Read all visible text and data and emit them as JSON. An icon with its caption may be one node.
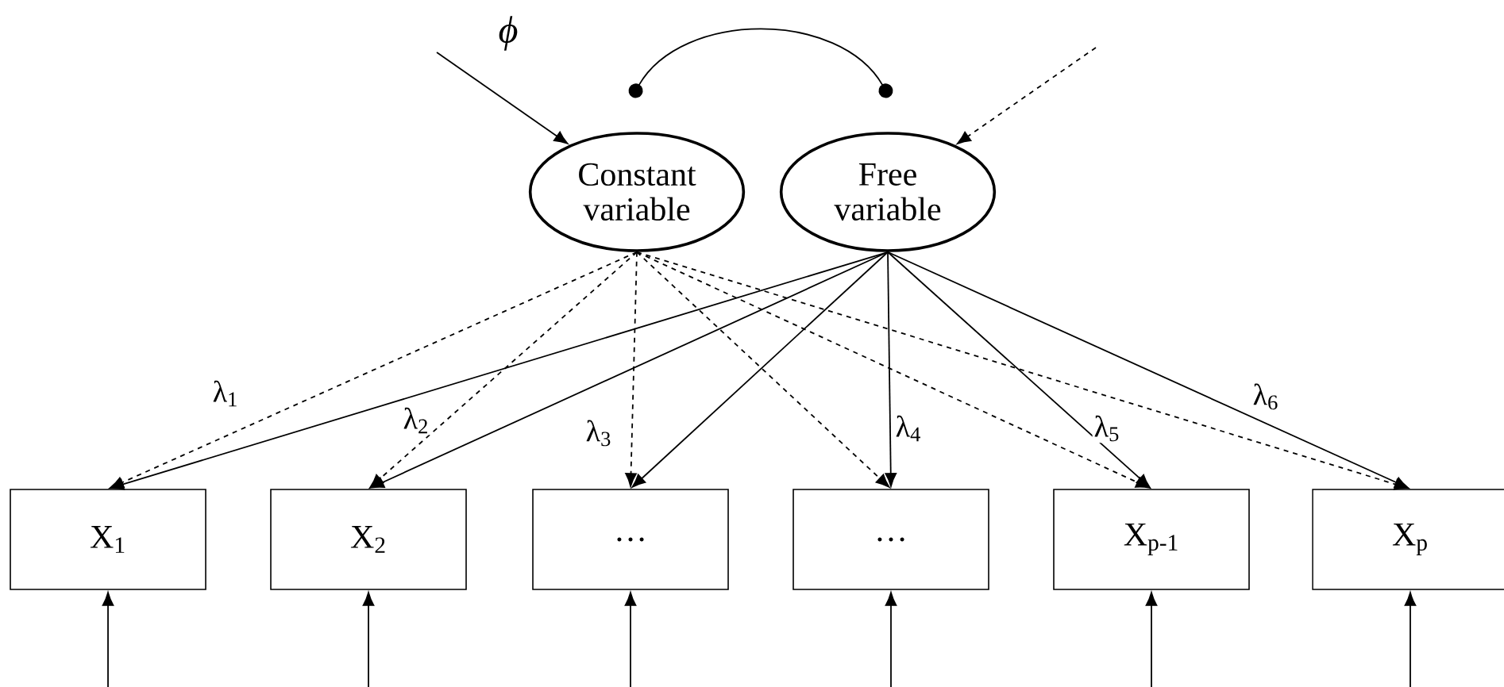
{
  "diagram": {
    "nodes": [
      {
        "text": [
          "Constant variable"
        ]
      },
      {
        "text": [
          "Free variable"
        ]
      },
      {
        "text": [
          "X$_{1}$"
        ]
      },
      {
        "text": [
          "X$_{2}$"
        ]
      },
      {
        "text": [
          "…"
        ]
      },
      {
        "text": [
          "…"
        ]
      },
      {
        "text": [
          "X$_{p-1}$"
        ]
      },
      {
        "text": [
          "X$_{p}$"
        ]
      }
    ],
    "edges": [
      {
        "from": null,
        "to": 0,
        "arrow": "to",
        "label": "ϕ"
      },
      {
        "from": null,
        "to": 1,
        "arrow": "to",
        "style": "dashed"
      },
      {
        "from": 0,
        "to": 1,
        "arrow": "other"
      },
      {
        "from": 0,
        "to": 2,
        "arrow": "to",
        "style": "dashed"
      },
      {
        "from": 0,
        "to": 3,
        "arrow": "to",
        "style": "dashed"
      },
      {
        "from": 0,
        "to": 4,
        "arrow": "to",
        "style": "dashed"
      },
      {
        "from": 0,
        "to": 5,
        "arrow": "to",
        "style": "dashed"
      },
      {
        "from": 0,
        "to": 6,
        "arrow": "to",
        "style": "dashed"
      },
      {
        "from": 0,
        "to": 7,
        "arrow": "to",
        "style": "dashed"
      },
      {
        "from": 1,
        "to": 2,
        "arrow": "to"
      },
      {
        "from": 1,
        "to": 3,
        "arrow": "to"
      },
      {
        "from": 1,
        "to": 4,
        "arrow": "to"
      },
      {
        "from": 1,
        "to": 5,
        "arrow": "to"
      },
      {
        "from": 1,
        "to": 6,
        "arrow": "to"
      },
      {
        "from": 1,
        "to": 7,
        "arrow": "to"
      },
      {
        "from": null,
        "to": 2,
        "arrow": "to"
      },
      {
        "from": null,
        "to": 3,
        "arrow": "to"
      },
      {
        "from": null,
        "to": 4,
        "arrow": "to"
      },
      {
        "from": null,
        "to": 5,
        "arrow": "to"
      },
      {
        "from": null,
        "to": 6,
        "arrow": "to"
      },
      {
        "from": null,
        "to": 7,
        "arrow": "to"
      }
    ],
    "labels": [
      "λ$_{1}$",
      "λ$_{2}$",
      "λ$_{3}$",
      "λ$_{4}$",
      "λ$_{5}$",
      "λ$_{6}$"
    ]
  }
}
